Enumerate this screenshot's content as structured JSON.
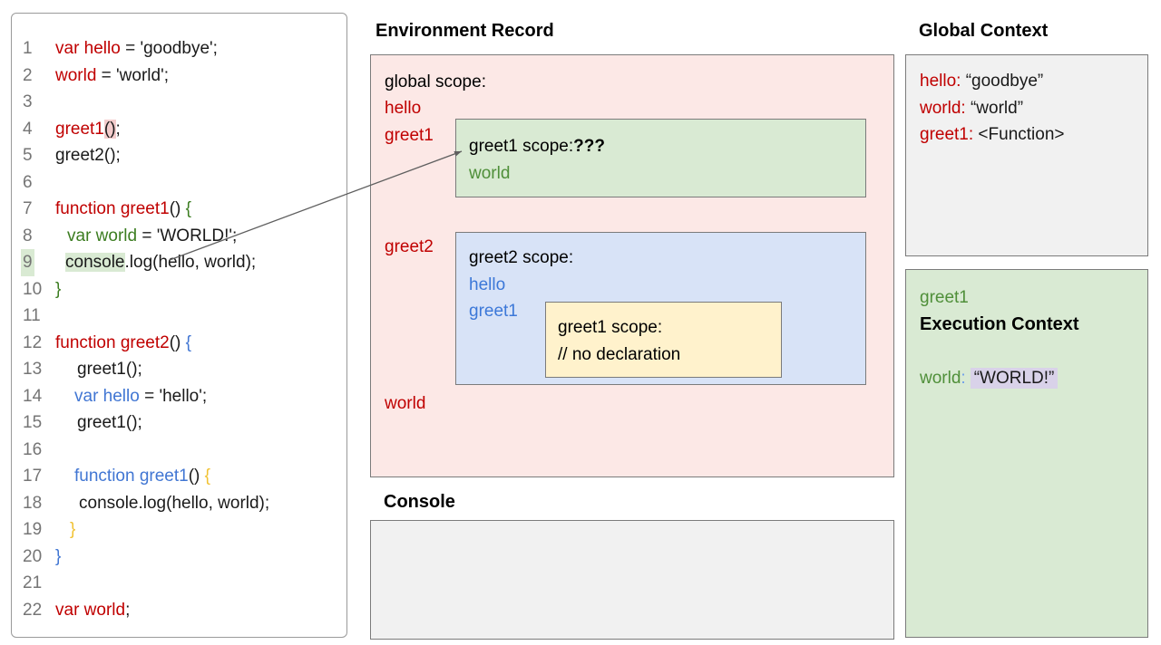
{
  "colors": {
    "code_red": "#c00000",
    "code_green": "#3c7d21",
    "code_blue": "#4176d3",
    "code_yellow": "#f1c232",
    "pink_fill": "#fce8e6",
    "green_fill": "#d9ead3",
    "blue_fill": "#d8e3f7",
    "yellow_fill": "#fff2cc",
    "gray_fill": "#f1f1f1",
    "lavender_highlight": "#d9d2e9",
    "pink_highlight": "#f4cccc",
    "green_highlight": "#d9ead3"
  },
  "code_panel": {
    "lines": [
      {
        "num": "1",
        "indent": 0,
        "num_hl": false,
        "segs": [
          {
            "t": "var hello",
            "c": "red"
          },
          {
            "t": " = 'goodbye';",
            "c": "k"
          }
        ]
      },
      {
        "num": "2",
        "indent": 0,
        "num_hl": false,
        "segs": [
          {
            "t": "world",
            "c": "red"
          },
          {
            "t": " = 'world';",
            "c": "k"
          }
        ]
      },
      {
        "num": "3",
        "indent": 0,
        "num_hl": false,
        "segs": []
      },
      {
        "num": "4",
        "indent": 0,
        "num_hl": false,
        "segs": [
          {
            "t": "greet1",
            "c": "red"
          },
          {
            "t": "()",
            "c": "k",
            "hl": "pink"
          },
          {
            "t": ";",
            "c": "k"
          }
        ]
      },
      {
        "num": "5",
        "indent": 0,
        "num_hl": false,
        "segs": [
          {
            "t": "greet2();",
            "c": "k"
          }
        ]
      },
      {
        "num": "6",
        "indent": 0,
        "num_hl": false,
        "segs": []
      },
      {
        "num": "7",
        "indent": 0,
        "num_hl": false,
        "segs": [
          {
            "t": "function greet1",
            "c": "red"
          },
          {
            "t": "() ",
            "c": "k"
          },
          {
            "t": "{",
            "c": "green"
          }
        ]
      },
      {
        "num": "8",
        "indent": 13,
        "num_hl": false,
        "segs": [
          {
            "t": "var world",
            "c": "green"
          },
          {
            "t": " = 'WORLD!';",
            "c": "k"
          }
        ]
      },
      {
        "num": "9",
        "indent": 11,
        "num_hl": true,
        "segs": [
          {
            "t": "console",
            "c": "k",
            "hl": "green"
          },
          {
            "t": ".log(hello, world);",
            "c": "k"
          }
        ]
      },
      {
        "num": "10",
        "indent": 0,
        "num_hl": false,
        "segs": [
          {
            "t": "}",
            "c": "green"
          }
        ]
      },
      {
        "num": "11",
        "indent": 0,
        "num_hl": false,
        "segs": []
      },
      {
        "num": "12",
        "indent": 0,
        "num_hl": false,
        "segs": [
          {
            "t": "function greet2",
            "c": "red"
          },
          {
            "t": "() ",
            "c": "k"
          },
          {
            "t": "{",
            "c": "blue"
          }
        ]
      },
      {
        "num": "13",
        "indent": 24,
        "num_hl": false,
        "segs": [
          {
            "t": "greet1();",
            "c": "k"
          }
        ]
      },
      {
        "num": "14",
        "indent": 21,
        "num_hl": false,
        "segs": [
          {
            "t": "var hello",
            "c": "blue"
          },
          {
            "t": " = 'hello';",
            "c": "k"
          }
        ]
      },
      {
        "num": "15",
        "indent": 24,
        "num_hl": false,
        "segs": [
          {
            "t": "greet1();",
            "c": "k"
          }
        ]
      },
      {
        "num": "16",
        "indent": 0,
        "num_hl": false,
        "segs": []
      },
      {
        "num": "17",
        "indent": 21,
        "num_hl": false,
        "segs": [
          {
            "t": "function greet1",
            "c": "blue"
          },
          {
            "t": "() ",
            "c": "k"
          },
          {
            "t": "{",
            "c": "yellow"
          }
        ]
      },
      {
        "num": "18",
        "indent": 26,
        "num_hl": false,
        "segs": [
          {
            "t": "console.log(hello, world);",
            "c": "k"
          }
        ]
      },
      {
        "num": "19",
        "indent": 16,
        "num_hl": false,
        "segs": [
          {
            "t": "}",
            "c": "yellow"
          }
        ]
      },
      {
        "num": "20",
        "indent": 0,
        "num_hl": false,
        "segs": [
          {
            "t": "}",
            "c": "blue"
          }
        ]
      },
      {
        "num": "21",
        "indent": 0,
        "num_hl": false,
        "segs": []
      },
      {
        "num": "22",
        "indent": 0,
        "num_hl": false,
        "segs": [
          {
            "t": "var world",
            "c": "red"
          },
          {
            "t": ";",
            "c": "k"
          }
        ]
      }
    ]
  },
  "environment": {
    "title": "Environment Record",
    "global_label": "global scope:",
    "var_hello": "hello",
    "var_greet1": "greet1",
    "var_greet2": "greet2",
    "var_world": "world",
    "greet1_box": {
      "label": "greet1 scope:",
      "question": "???",
      "var_world": "world"
    },
    "greet2_box": {
      "label": "greet2 scope:",
      "var_hello": "hello",
      "var_greet1": "greet1",
      "greet1_inner": {
        "label": "greet1 scope:",
        "comment": "// no declaration"
      }
    }
  },
  "console": {
    "title": "Console"
  },
  "global_context": {
    "title": "Global Context",
    "entries": [
      {
        "name": "hello:",
        "value": " “goodbye”"
      },
      {
        "name": "world:",
        "value": " “world”"
      },
      {
        "name": "greet1:",
        "value": " <Function>"
      }
    ]
  },
  "execution_context": {
    "fn_name": "greet1",
    "title": "Execution Context",
    "var_name": "world",
    "colon": ":",
    "value": "“WORLD!”"
  }
}
